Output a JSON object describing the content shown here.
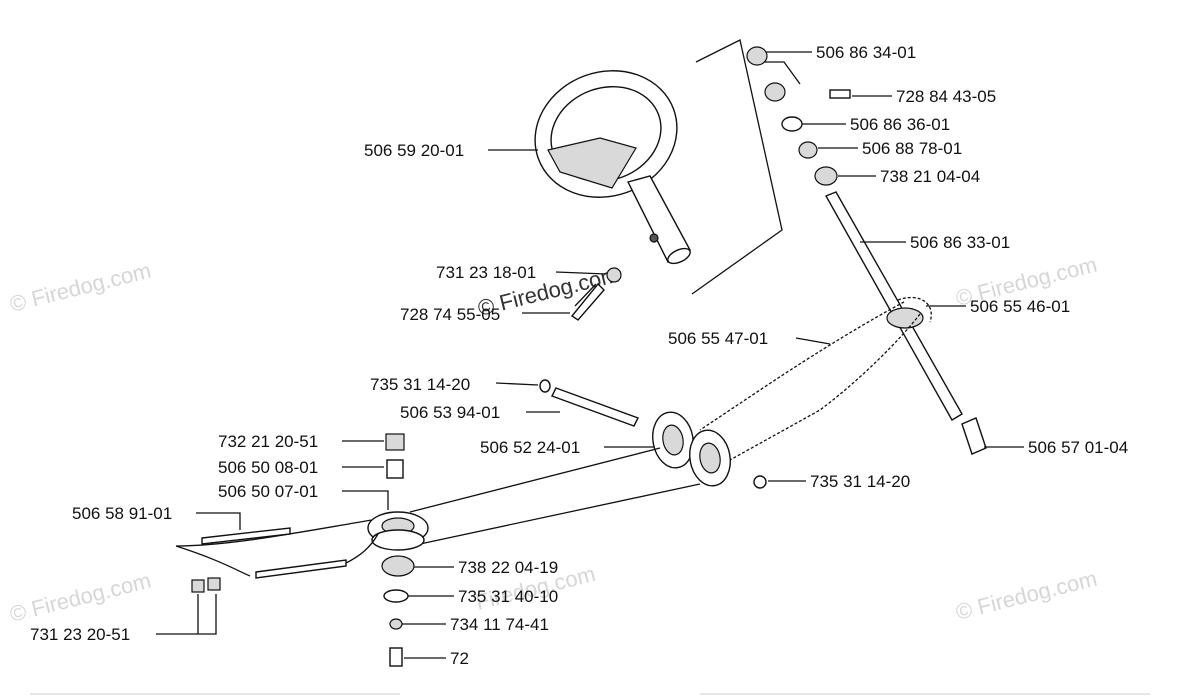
{
  "watermark": "© Firedog.com",
  "watermark_partial": "Firedog.com",
  "parts": {
    "p_506_86_34_01": "506 86 34-01",
    "p_728_84_43_05": "728 84 43-05",
    "p_506_86_36_01": "506 86 36-01",
    "p_506_88_78_01": "506 88 78-01",
    "p_738_21_04_04": "738 21 04-04",
    "p_506_86_33_01": "506 86 33-01",
    "p_506_55_46_01": "506 55 46-01",
    "p_506_55_47_01": "506 55 47-01",
    "p_506_59_20_01": "506 59 20-01",
    "p_731_23_18_01": "731 23 18-01",
    "p_728_74_55_05": "728 74 55-05",
    "p_735_31_14_20_a": "735 31 14-20",
    "p_506_53_94_01": "506 53 94-01",
    "p_506_52_24_01": "506 52 24-01",
    "p_506_57_01_04": "506 57 01-04",
    "p_735_31_14_20_b": "735 31 14-20",
    "p_732_21_20_51": "732 21 20-51",
    "p_506_50_08_01": "506 50 08-01",
    "p_506_50_07_01": "506 50 07-01",
    "p_506_58_91_01": "506 58 91-01",
    "p_738_22_04_19": "738 22 04-19",
    "p_735_31_40_10": "735 31 40-10",
    "p_734_11_74_41": "734 11 74-41",
    "p_731_23_20_51": "731 23 20-51",
    "p_partial_bottom": "72"
  }
}
